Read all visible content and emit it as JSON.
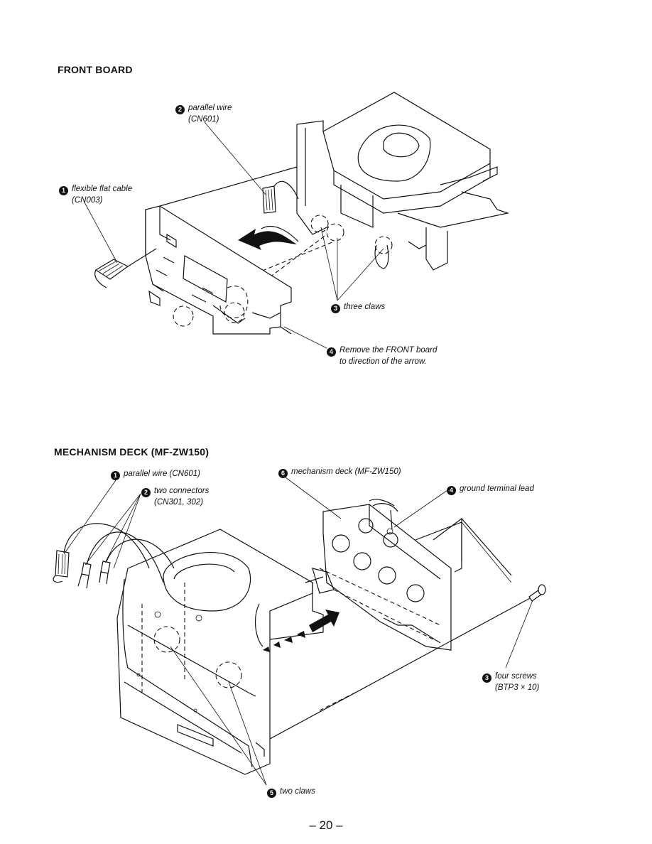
{
  "sections": [
    {
      "title": "FRONT BOARD",
      "callouts": [
        {
          "num": "2",
          "line1": "parallel wire",
          "line2": "(CN601)"
        },
        {
          "num": "1",
          "line1": "flexible flat cable",
          "line2": "(CN003)"
        },
        {
          "num": "3",
          "line1": "three claws",
          "line2": ""
        },
        {
          "num": "4",
          "line1": "Remove the FRONT board",
          "line2": "to direction of the arrow."
        }
      ]
    },
    {
      "title": "MECHANISM  DECK (MF-ZW150)",
      "callouts": [
        {
          "num": "1",
          "line1": "parallel wire (CN601)",
          "line2": ""
        },
        {
          "num": "2",
          "line1": "two connectors",
          "line2": "(CN301, 302)"
        },
        {
          "num": "6",
          "line1": "mechanism deck (MF-ZW150)",
          "line2": ""
        },
        {
          "num": "4",
          "line1": "ground terminal lead",
          "line2": ""
        },
        {
          "num": "3",
          "line1": "four screws",
          "line2": "(BTP3 × 10)"
        },
        {
          "num": "5",
          "line1": "two claws",
          "line2": ""
        }
      ]
    }
  ],
  "page_number": "– 20 –"
}
